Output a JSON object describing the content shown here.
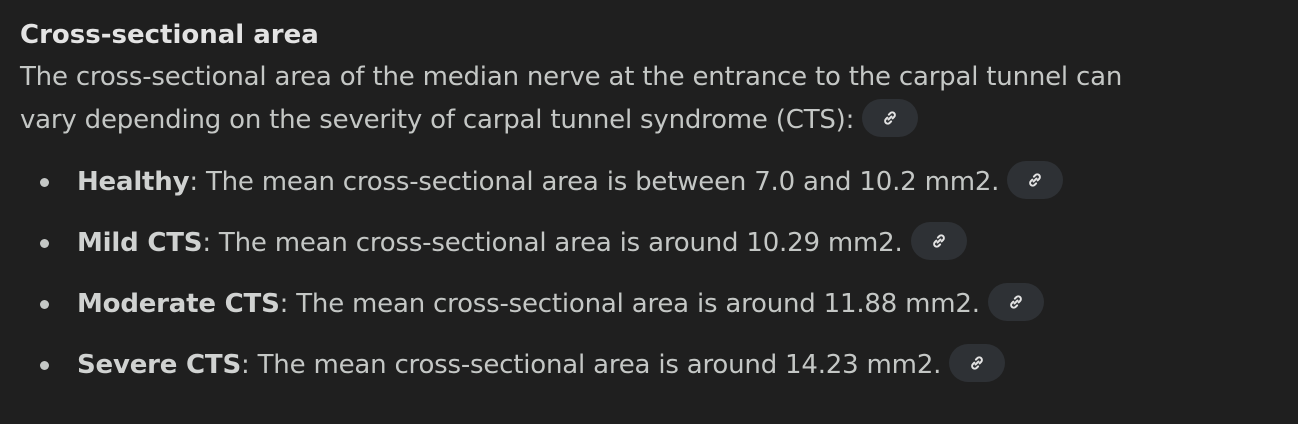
{
  "heading": "Cross-sectional area",
  "intro": {
    "line1": "The cross-sectional area of the median nerve at the entrance to the carpal tunnel can",
    "line2": "vary depending on the severity of carpal tunnel syndrome (CTS):"
  },
  "items": [
    {
      "term": "Healthy",
      "text": ": The mean cross-sectional area is between 7.0 and 10.2 mm2."
    },
    {
      "term": "Mild CTS",
      "text": ": The mean cross-sectional area is around 10.29 mm2."
    },
    {
      "term": "Moderate CTS",
      "text": ": The mean cross-sectional area is around 11.88 mm2."
    },
    {
      "term": "Severe CTS",
      "text": ": The mean cross-sectional area is around 14.23 mm2."
    }
  ],
  "icons": {
    "source_link": "link-icon"
  },
  "colors": {
    "background": "#1f1f1f",
    "text": "#c4c7c5",
    "heading": "#e3e3e3",
    "chip": "#2e3135"
  }
}
